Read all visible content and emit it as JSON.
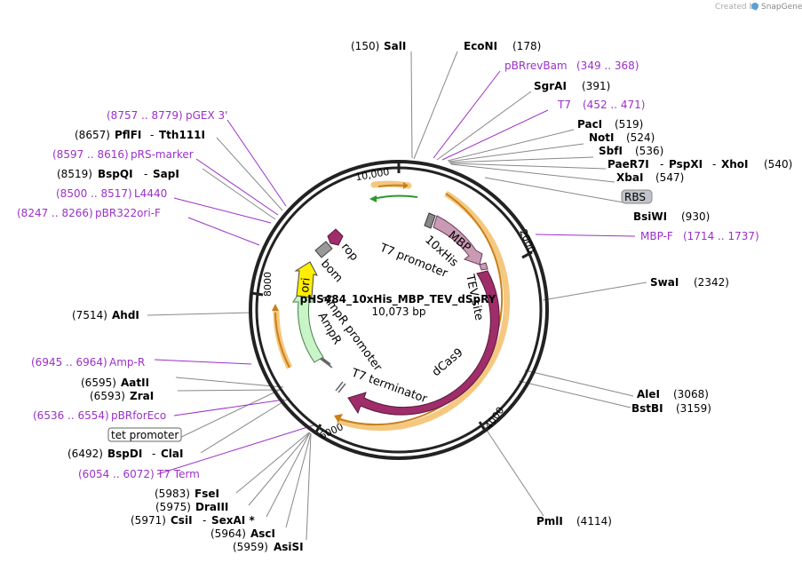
{
  "header": {
    "created_by": "Created by",
    "brand": "SnapGene"
  },
  "plasmid": {
    "name": "pHS484_10xHis_MBP_TEV_dSpRY",
    "size": "10,073 bp"
  },
  "ticks": {
    "t2000": "2000",
    "t4000": "4000",
    "t6000": "6000",
    "t8000": "8000",
    "t10000": "10,000"
  },
  "sites": [
    {
      "pos": "(150)",
      "name": "SalI"
    },
    {
      "name": "EcoNI",
      "pos": "(178)"
    },
    {
      "name": "SgrAI",
      "pos": "(391)"
    },
    {
      "name": "PacI",
      "pos": "(519)"
    },
    {
      "name": "NotI",
      "pos": "(524)"
    },
    {
      "name": "SbfI",
      "pos": "(536)"
    },
    {
      "name": "PaeR7I",
      "sep1": "-",
      "name2": "PspXI",
      "sep2": "-",
      "name3": "XhoI",
      "pos": "(540)"
    },
    {
      "name": "XbaI",
      "pos": "(547)"
    },
    {
      "name": "BsiWI",
      "pos": "(930)"
    },
    {
      "name": "SwaI",
      "pos": "(2342)"
    },
    {
      "name": "AleI",
      "pos": "(3068)"
    },
    {
      "name": "BstBI",
      "pos": "(3159)"
    },
    {
      "name": "PmlI",
      "pos": "(4114)"
    },
    {
      "pos": "(5959)",
      "name": "AsiSI"
    },
    {
      "pos": "(5964)",
      "name": "AscI"
    },
    {
      "pos": "(5971)",
      "name": "CsiI",
      "sep": "-",
      "name2": "SexAI *"
    },
    {
      "pos": "(5975)",
      "name": "DraIII"
    },
    {
      "pos": "(5983)",
      "name": "FseI"
    },
    {
      "pos": "(6492)",
      "name": "BspDI",
      "sep": "-",
      "name2": "ClaI"
    },
    {
      "pos": "(6593)",
      "name": "ZraI"
    },
    {
      "pos": "(6595)",
      "name": "AatII"
    },
    {
      "pos": "(7514)",
      "name": "AhdI"
    },
    {
      "pos": "(8519)",
      "name": "BspQI",
      "sep": "-",
      "name2": "SapI"
    },
    {
      "pos": "(8657)",
      "name": "PflFI",
      "sep": "-",
      "name2": "Tth111I"
    }
  ],
  "primers": [
    {
      "name": "pBRrevBam",
      "range": "(349 .. 368)"
    },
    {
      "name": "T7",
      "range": "(452 .. 471)"
    },
    {
      "name": "MBP-F",
      "range": "(1714 .. 1737)"
    },
    {
      "range": "(8757 .. 8779)",
      "name": "pGEX 3'"
    },
    {
      "range": "(8597 .. 8616)",
      "name": "pRS-marker"
    },
    {
      "range": "(8500 .. 8517)",
      "name": "L4440"
    },
    {
      "range": "(8247 .. 8266)",
      "name": "pBR322ori-F"
    },
    {
      "range": "(6945 .. 6964)",
      "name": "Amp-R"
    },
    {
      "range": "(6536 .. 6554)",
      "name": "pBRforEco"
    },
    {
      "range": "(6054 .. 6072)",
      "name": "T7 Term"
    }
  ],
  "boxed": {
    "rbs": "RBS",
    "tet_promoter": "tet promoter"
  },
  "features": {
    "mbp": "MBP",
    "his": "10xHis",
    "t7_promoter": "T7 promoter",
    "tev_site": "TEV site",
    "dcas9": "dCas9",
    "t7_terminator": "T7 terminator",
    "ampr_promoter": "AmpR promoter",
    "ampr": "AmpR",
    "ori": "ori",
    "bom": "bom",
    "rop": "rop"
  },
  "colors": {
    "primer": "#9b30c8",
    "cds": "#9e2d6a",
    "mbp": "#c99ab3",
    "ori": "#ffee00",
    "ampr": "#c8f5c8",
    "highlight": "#f5c880"
  }
}
